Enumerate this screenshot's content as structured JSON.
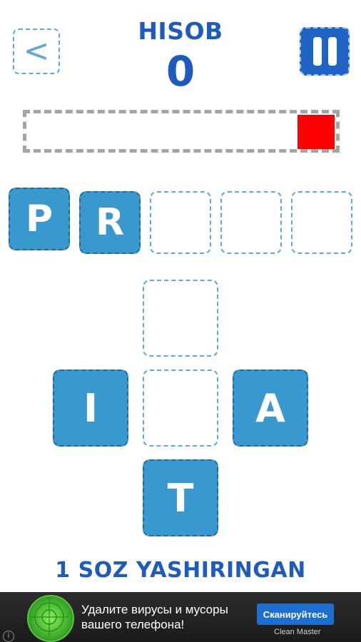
{
  "header": {
    "back_icon": "chevron-left-icon",
    "back_glyph": "<",
    "pause_icon": "pause-icon",
    "score_label": "HISOB",
    "score_value": "0"
  },
  "timer": {
    "remaining_fraction": 0.12,
    "fill_color": "#ff0000"
  },
  "answer_slots": [
    {
      "letter": "P",
      "filled": true
    },
    {
      "letter": "R",
      "filled": true
    },
    {
      "letter": "",
      "filled": false
    },
    {
      "letter": "",
      "filled": false
    },
    {
      "letter": "",
      "filled": false
    }
  ],
  "letter_tiles": {
    "top": {
      "letter": "",
      "filled": false
    },
    "left": {
      "letter": "I",
      "filled": true
    },
    "center": {
      "letter": "",
      "filled": false
    },
    "right": {
      "letter": "A",
      "filled": true
    },
    "bottom": {
      "letter": "T",
      "filled": true
    }
  },
  "footer": {
    "hint_text": "1 SOZ YASHIRINGAN"
  },
  "ad": {
    "text": "Удалите вирусы и мусоры вашего телефона!",
    "cta_label": "Сканируйтесь",
    "brand": "Clean Master",
    "info_glyph": "i"
  },
  "colors": {
    "accent_blue": "#1e5bbf",
    "tile_blue": "#3998cd",
    "pause_blue": "#1f63c4"
  }
}
